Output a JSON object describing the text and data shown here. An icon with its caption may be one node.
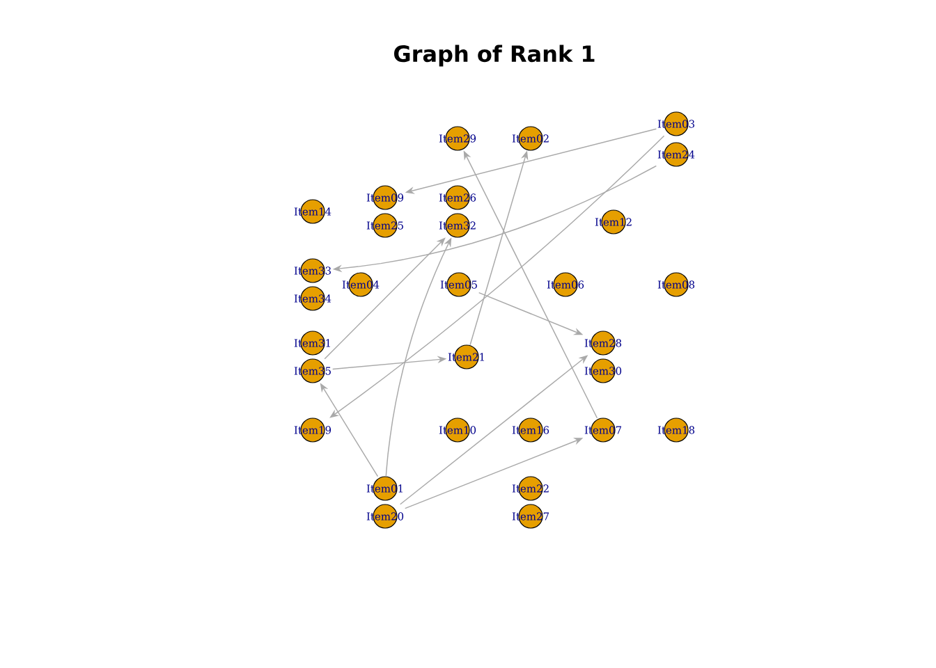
{
  "diagram": {
    "title": "Graph of  Rank 1",
    "nodes": [
      {
        "text": [
          "Item29"
        ]
      },
      {
        "text": [
          "Item02"
        ]
      },
      {
        "text": [
          "Item03"
        ]
      },
      {
        "text": [
          "Item24"
        ]
      },
      {
        "text": [
          "Item14"
        ]
      },
      {
        "text": [
          "Item09"
        ]
      },
      {
        "text": [
          "Item25"
        ]
      },
      {
        "text": [
          "Item26"
        ]
      },
      {
        "text": [
          "Item32"
        ]
      },
      {
        "text": [
          "Item12"
        ]
      },
      {
        "text": [
          "Item33"
        ]
      },
      {
        "text": [
          "Item34"
        ]
      },
      {
        "text": [
          "Item04"
        ]
      },
      {
        "text": [
          "Item05"
        ]
      },
      {
        "text": [
          "Item06"
        ]
      },
      {
        "text": [
          "Item08"
        ]
      },
      {
        "text": [
          "Item31"
        ]
      },
      {
        "text": [
          "Item35"
        ]
      },
      {
        "text": [
          "Item21"
        ]
      },
      {
        "text": [
          "Item28"
        ]
      },
      {
        "text": [
          "Item30"
        ]
      },
      {
        "text": [
          "Item19"
        ]
      },
      {
        "text": [
          "Item10"
        ]
      },
      {
        "text": [
          "Item16"
        ]
      },
      {
        "text": [
          "Item07"
        ]
      },
      {
        "text": [
          "Item18"
        ]
      },
      {
        "text": [
          "Item01"
        ]
      },
      {
        "text": [
          "Item20"
        ]
      },
      {
        "text": [
          "Item22"
        ]
      },
      {
        "text": [
          "Item27"
        ]
      }
    ],
    "edges": [
      {
        "from": 2,
        "to": 5,
        "arrow": "to"
      },
      {
        "from": 3,
        "to": 10,
        "arrow": "to"
      },
      {
        "from": 2,
        "to": 21,
        "arrow": "to"
      },
      {
        "from": 24,
        "to": 0,
        "arrow": "to"
      },
      {
        "from": 18,
        "to": 1,
        "arrow": "to"
      },
      {
        "from": 17,
        "to": 18,
        "arrow": "to"
      },
      {
        "from": 17,
        "to": 8,
        "arrow": "to"
      },
      {
        "from": 26,
        "to": 17,
        "arrow": "to"
      },
      {
        "from": 26,
        "to": 8,
        "arrow": "to"
      },
      {
        "from": 27,
        "to": 19,
        "arrow": "to"
      },
      {
        "from": 27,
        "to": 24,
        "arrow": "to"
      },
      {
        "from": 13,
        "to": 19,
        "arrow": "to"
      }
    ]
  }
}
